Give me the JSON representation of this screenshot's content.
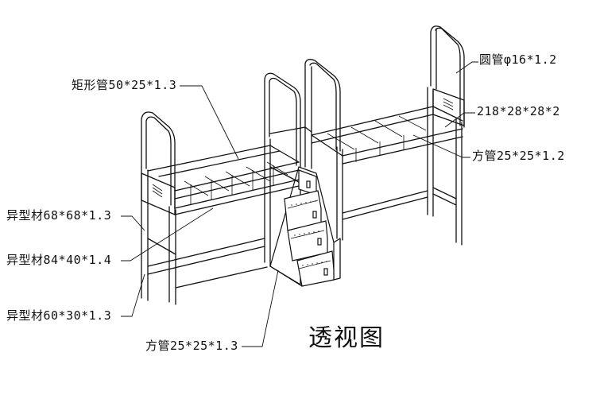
{
  "title": "透视图",
  "labels": {
    "rect_tube": "矩形管50*25*1.3",
    "round_tube": "圆管φ16*1.2",
    "profile_218": "218*28*28*2",
    "square_tube_right": "方管25*25*1.2",
    "profile_68": "异型材68*68*1.3",
    "profile_84": "异型材84*40*1.4",
    "profile_60": "异型材60*30*1.3",
    "square_tube_bottom": "方管25*25*1.3"
  }
}
